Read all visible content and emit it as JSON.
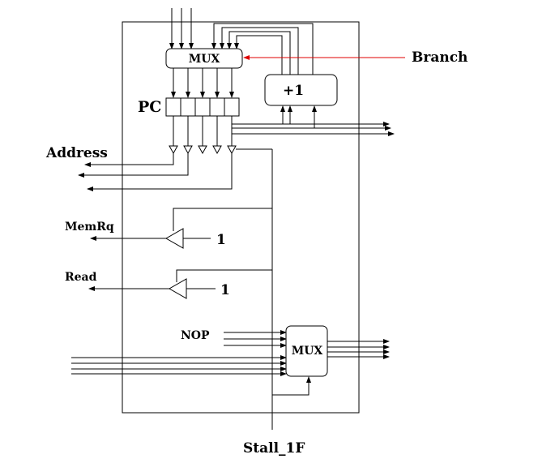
{
  "diagram": {
    "blocks": {
      "mux_top": "MUX",
      "incrementer": "+1",
      "pc": "PC",
      "mux_bottom": "MUX"
    },
    "signals": {
      "branch": "Branch",
      "address": "Address",
      "memrq": "MemRq",
      "memrq_const": "1",
      "read": "Read",
      "read_const": "1",
      "nop": "NOP",
      "stall": "Stall_1F"
    },
    "colors": {
      "branch_wire": "#e00000",
      "ink": "#000000"
    }
  }
}
